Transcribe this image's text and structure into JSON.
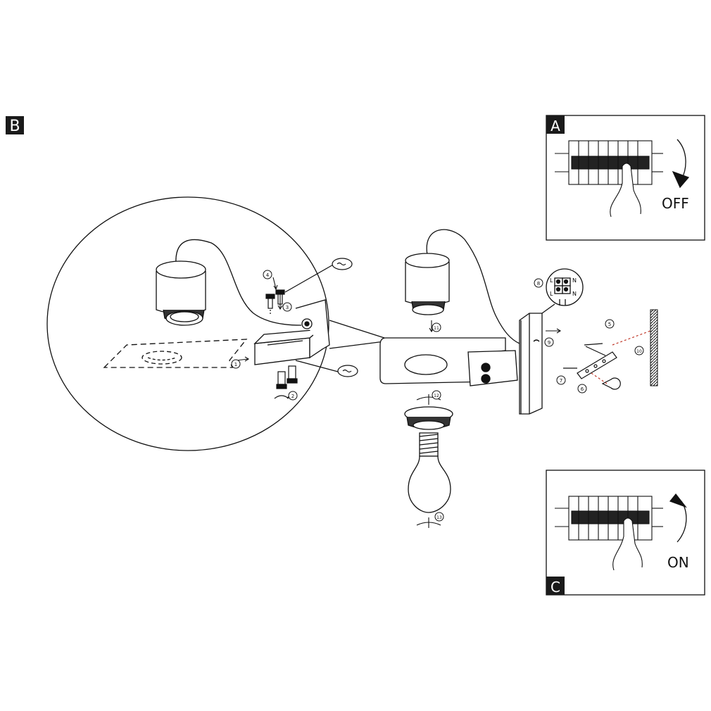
{
  "panels": {
    "a": {
      "tag": "A",
      "action": "OFF"
    },
    "b": {
      "tag": "B"
    },
    "c": {
      "tag": "C",
      "action": "ON"
    }
  },
  "steps": [
    "1",
    "2",
    "3",
    "4",
    "5",
    "6",
    "7",
    "8",
    "9",
    "10",
    "11",
    "12",
    "13"
  ],
  "terminal": {
    "pins": [
      "L",
      "N"
    ]
  },
  "colors": {
    "line": "#111111",
    "accent": "#c0392b",
    "fill_dark": "#1a1a1a",
    "tag_bg": "#1a1a1a"
  }
}
